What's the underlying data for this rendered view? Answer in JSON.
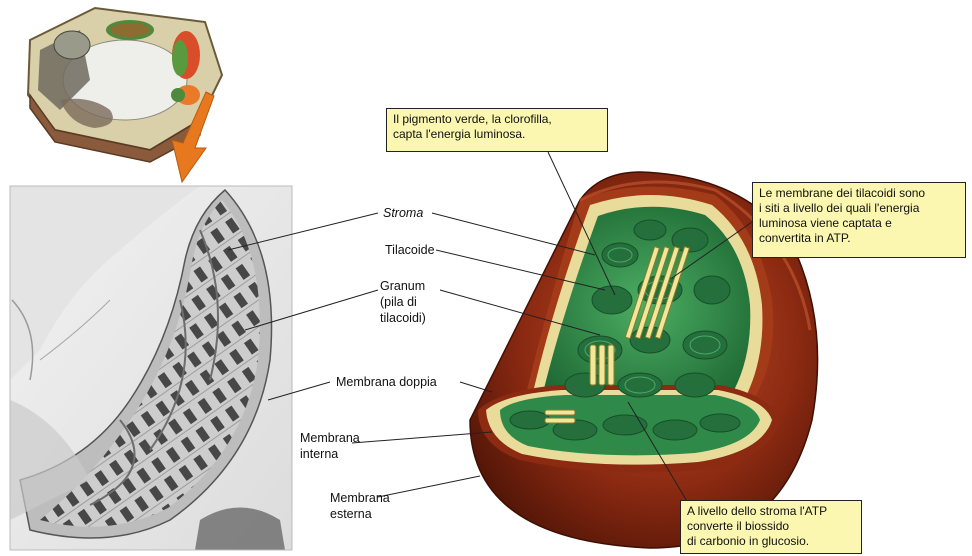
{
  "labels": {
    "stroma": "Stroma",
    "tilacoide": "Tilacoide",
    "granum": [
      "Granum",
      "(pila di",
      "tilacoidi)"
    ],
    "membrana_doppia": "Membrana doppia",
    "membrana_interna": [
      "Membrana",
      "interna"
    ],
    "membrana_esterna": [
      "Membrana",
      "esterna"
    ]
  },
  "callouts": {
    "clorofilla": [
      "Il pigmento verde, la clorofilla,",
      "capta l'energia luminosa."
    ],
    "tilacoidi": [
      "Le membrane dei tilacoidi sono",
      "i siti a livello dei quali l'energia",
      "luminosa viene captata e",
      "convertita in ATP."
    ],
    "stroma_atp": [
      "A livello dello stroma l'ATP",
      "converte il biossido",
      "di carbonio in glucosio."
    ]
  },
  "colors": {
    "outer_membrane": "#8c2a12",
    "inner_rim": "#e9dc9a",
    "stroma_green": "#2f8a4a",
    "callout_fill": "#fbf6b0",
    "arrow": "#e8781e"
  }
}
